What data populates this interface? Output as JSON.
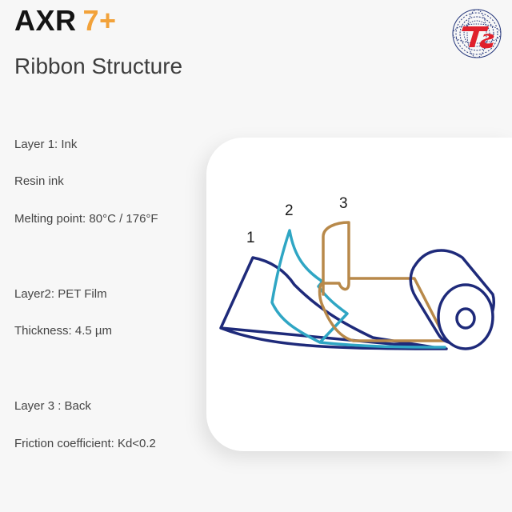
{
  "header": {
    "brand_name": "AXR",
    "brand_version": "7+",
    "subtitle": "Ribbon Structure"
  },
  "specs": [
    "Layer 1: Ink",
    "Resin ink",
    "Melting point: 80°C / 176°F",
    "Layer2: PET Film",
    "Thickness: 4.5 µm",
    "Layer 3 : Back",
    "Friction coefficient: Kd<0.2"
  ],
  "diagram": {
    "labels": [
      "1",
      "2",
      "3"
    ],
    "colors": {
      "layer1": "#1e2a7a",
      "layer2": "#2fa6c4",
      "layer3": "#b8894a",
      "roll": "#1e2a7a"
    }
  },
  "logo": {
    "icon": "company-logo-icon",
    "colors": {
      "primary": "#e0202b",
      "secondary": "#23357a"
    }
  }
}
